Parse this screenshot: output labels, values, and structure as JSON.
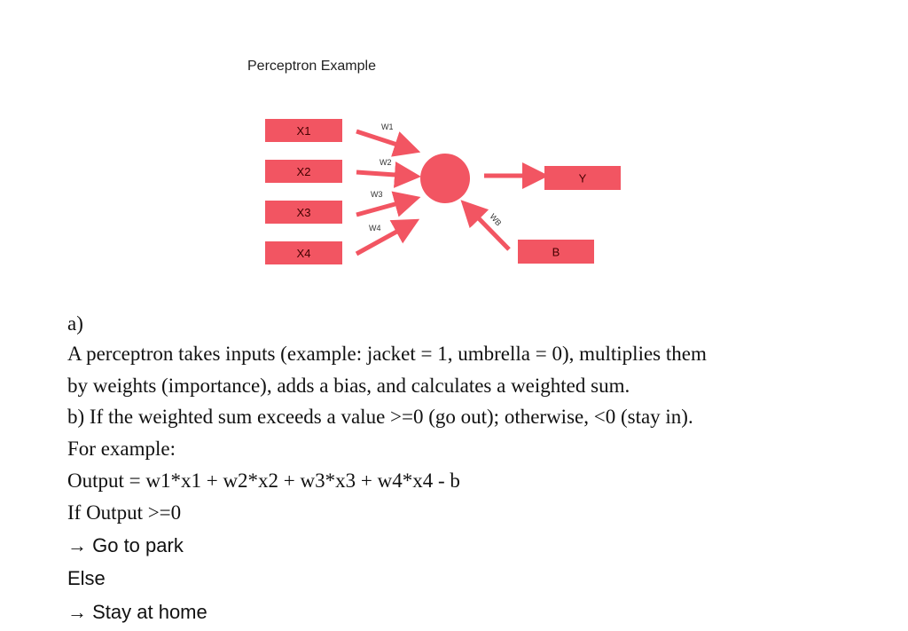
{
  "diagram": {
    "title": "Perceptron Example",
    "inputs": [
      "X1",
      "X2",
      "X3",
      "X4"
    ],
    "weights": [
      "W1",
      "W2",
      "W3",
      "W4"
    ],
    "output": "Y",
    "bias": "B",
    "bias_weight": "WB",
    "color": "#f25562"
  },
  "text": {
    "l1": "a)",
    "l2": "A perceptron takes inputs (example: jacket = 1, umbrella = 0), multiplies them",
    "l3": "by weights (importance), adds a bias, and calculates a weighted sum.",
    "l4": "b) If the weighted sum exceeds a value >=0 (go out); otherwise, <0 (stay in).",
    "l5": "For example:",
    "l6": "Output = w1*x1 + w2*x2 + w3*x3 + w4*x4 - b",
    "l7": "If Output >=0",
    "l8": "→ Go to park",
    "l9": "Else",
    "l10": "→ Stay at home"
  }
}
